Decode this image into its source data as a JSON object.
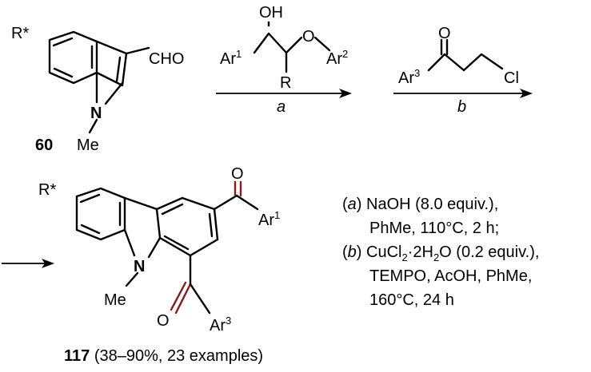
{
  "colors": {
    "bond": "#000000",
    "nitrogen": "#1f3aa8",
    "oxygen_new": "#8b1a1a",
    "teal_ring": "#3a8a8a"
  },
  "compound_60": {
    "substituent": "R*",
    "cho": "CHO",
    "nitrogen": "N",
    "methyl": "Me",
    "number": "60"
  },
  "reagent_a": {
    "hydroxyl": "OH",
    "ar1": "Ar",
    "ar1_sup": "1",
    "ether_o": "O",
    "ar2": "Ar",
    "ar2_sup": "2",
    "r": "R"
  },
  "reagent_b": {
    "ketone_o": "O",
    "ar3": "Ar",
    "ar3_sup": "3",
    "cl": "Cl"
  },
  "arrow_labels": {
    "a": "a",
    "b": "b"
  },
  "product_117": {
    "substituent": "R*",
    "nitrogen": "N",
    "methyl": "Me",
    "o1": "O",
    "ar1": "Ar",
    "ar1_sup": "1",
    "o3": "O",
    "ar3": "Ar",
    "ar3_sup": "3",
    "number": "117",
    "yield_text": "(38–90%, 23 examples)"
  },
  "conditions": {
    "a_label": "a",
    "a_line1": "NaOH (8.0 equiv.),",
    "a_line2": "PhMe, 110°C, 2 h;",
    "b_label": "b",
    "b_line1_pre": "CuCl",
    "b_line1_sub1": "2",
    "b_line1_dot": "·2H",
    "b_line1_sub2": "2",
    "b_line1_post": "O (0.2 equiv.),",
    "b_line2": "TEMPO, AcOH, PhMe,",
    "b_line3": "160°C, 24 h"
  }
}
